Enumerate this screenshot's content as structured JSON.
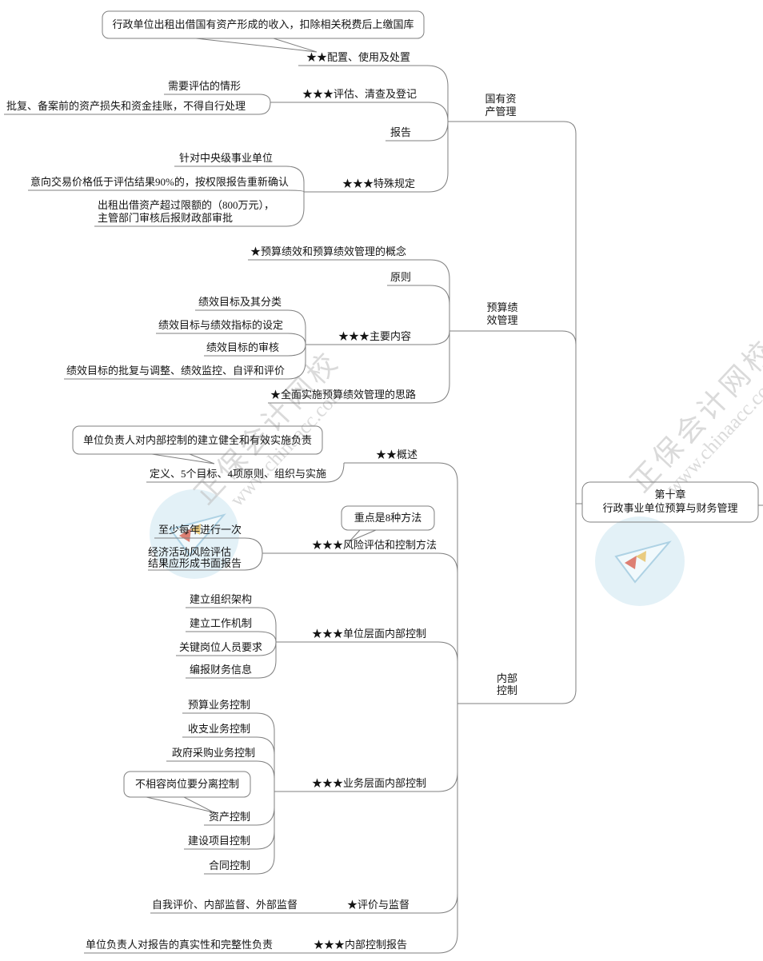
{
  "watermark": {
    "brand": "正保会计网校",
    "site": "www.chinaacc.com"
  },
  "root": {
    "chapter": "第十章",
    "title": "行政事业单位预算与财务管理"
  },
  "state_assets": {
    "label": "国有资\n产管理",
    "rent_income_note": "行政单位出租出借国有资产形成的收入，扣除相关税费后上缴国库",
    "config_use_disposal": "★★配置、使用及处置",
    "eval_check_register": "★★★评估、清查及登记",
    "eval_needed": "需要评估的情形",
    "no_self_handle": "批复、备案前的资产损失和资金挂账，不得自行处理",
    "report": "报告",
    "special_rules": "★★★特殊规定",
    "central_units": "针对中央级事业单位",
    "price_below_90": "意向交易价格低于评估结果90%的，按权限报告重新确认",
    "over_limit": "出租出借资产超过限额的（800万元），\n主管部门审核后报财政部审批"
  },
  "budget_perf": {
    "label": "预算绩\n效管理",
    "concept": "★预算绩效和预算绩效管理的概念",
    "principle": "原则",
    "main_content": "★★★主要内容",
    "goal_classify": "绩效目标及其分类",
    "goal_setting": "绩效目标与绩效指标的设定",
    "goal_review": "绩效目标的审核",
    "goal_approval": "绩效目标的批复与调整、绩效监控、自评和评价",
    "full_implement": "★全面实施预算绩效管理的思路"
  },
  "internal_control": {
    "label": "内部\n控制",
    "overview": "★★概述",
    "leader_note": "单位负责人对内部控制的建立健全和有效实施负责",
    "definition": "定义、5个目标、4项原则、组织与实施",
    "risk_method": "★★★风险评估和控制方法",
    "methods_note": "重点是8种方法",
    "annual_once": "至少每年进行一次",
    "risk_report": "经济活动风险评估\n结果应形成书面报告",
    "unit_level": "★★★单位层面内部控制",
    "org_structure": "建立组织架构",
    "work_mechanism": "建立工作机制",
    "key_positions": "关键岗位人员要求",
    "financial_info": "编报财务信息",
    "business_level": "★★★业务层面内部控制",
    "budget_biz": "预算业务控制",
    "income_expense": "收支业务控制",
    "gov_procurement": "政府采购业务控制",
    "incompatible_note": "不相容岗位要分离控制",
    "asset_ctrl": "资产控制",
    "project_ctrl": "建设项目控制",
    "contract_ctrl": "合同控制",
    "evaluation": "★评价与监督",
    "self_eval": "自我评价、内部监督、外部监督",
    "ic_report": "★★★内部控制报告",
    "report_duty": "单位负责人对报告的真实性和完整性负责"
  }
}
